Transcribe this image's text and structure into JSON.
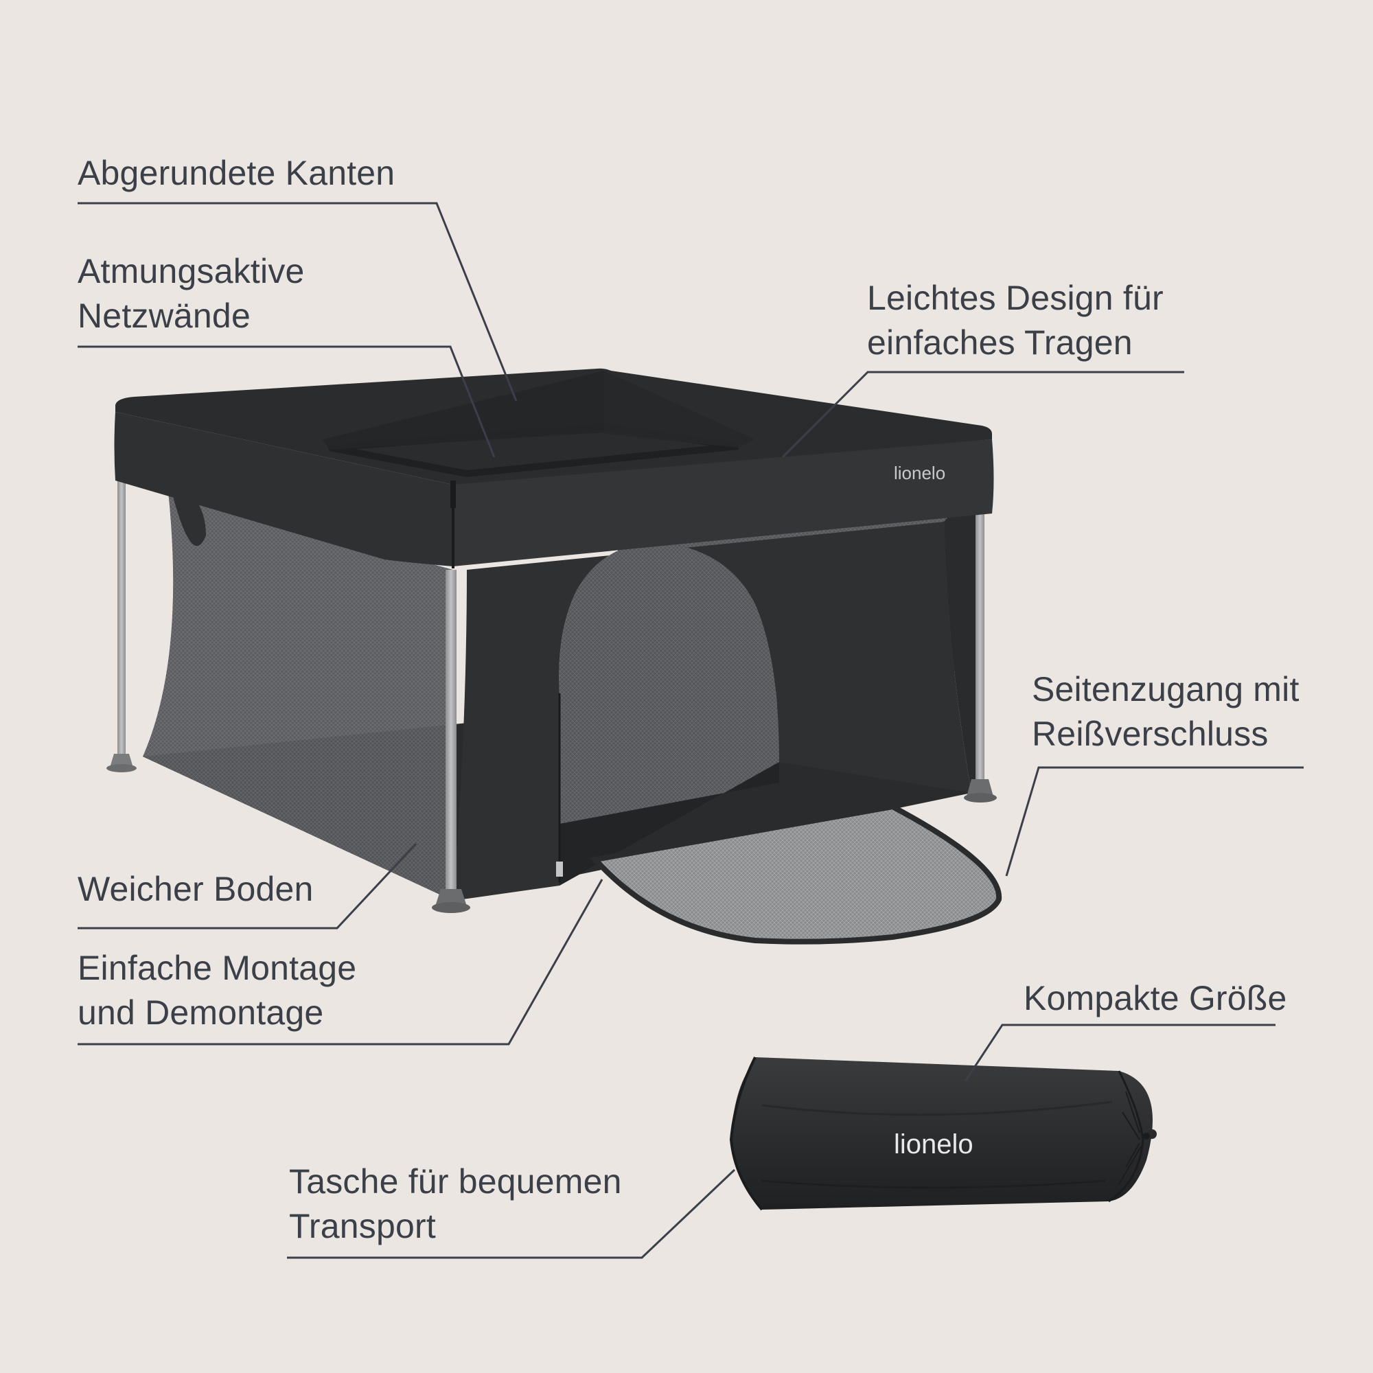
{
  "colors": {
    "background": "#ebe6e1",
    "text": "#3b3f48",
    "leader": "#3b3f48",
    "fabric": "#2e2f31",
    "fabric_dark": "#232426",
    "mesh": "#5a5b5d",
    "pole": "#a8a8aa"
  },
  "brand": {
    "playpen_logo": "lionelo",
    "bag_logo": "lionelo"
  },
  "callouts": {
    "rounded_edges": {
      "lines": [
        "Abgerundete Kanten"
      ]
    },
    "mesh_walls": {
      "lines": [
        "Atmungsaktive",
        "Netzwände"
      ]
    },
    "light_design": {
      "lines": [
        "Leichtes Design für",
        "einfaches Tragen"
      ]
    },
    "side_access": {
      "lines": [
        "Seitenzugang mit",
        "Reißverschluss"
      ]
    },
    "soft_floor": {
      "lines": [
        "Weicher Boden"
      ]
    },
    "easy_assembly": {
      "lines": [
        "Einfache Montage",
        "und Demontage"
      ]
    },
    "compact_size": {
      "lines": [
        "Kompakte Größe"
      ]
    },
    "transport_bag": {
      "lines": [
        "Tasche für bequemen",
        "Transport"
      ]
    }
  }
}
